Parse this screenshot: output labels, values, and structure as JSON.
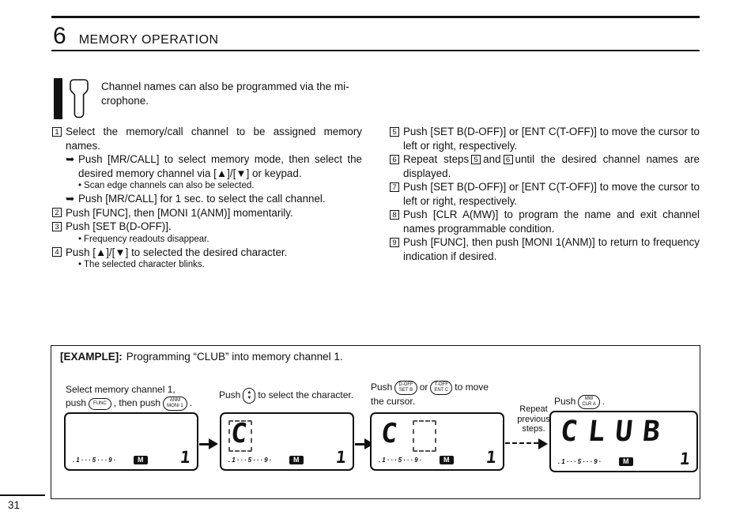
{
  "header": {
    "chapter_number": "6",
    "chapter_title": "MEMORY OPERATION"
  },
  "note": {
    "line1": "Channel names can also be programmed via the mi-",
    "line2": "crophone."
  },
  "steps_left": {
    "s1": {
      "num": "1",
      "text": "Select the memory/call channel to be assigned memory names.",
      "sub1_marker": "➥",
      "sub1": "Push [MR/CALL] to select memory mode, then select the desired memory channel via [▲]/[▼] or keypad.",
      "sub2_marker": "•",
      "sub2": "Scan edge channels can also be selected.",
      "sub3_marker": "➥",
      "sub3": "Push [MR/CALL] for 1 sec. to select the call channel."
    },
    "s2": {
      "num": "2",
      "text": "Push [FUNC], then [MONI 1(ANM)] momentarily."
    },
    "s3": {
      "num": "3",
      "text": "Push [SET B(D-OFF)].",
      "sub1_marker": "•",
      "sub1": "Frequency readouts disappear."
    },
    "s4": {
      "num": "4",
      "text": "Push [▲]/[▼] to selected the desired character.",
      "sub1_marker": "•",
      "sub1": "The selected character blinks."
    }
  },
  "steps_right": {
    "s5": {
      "num": "5",
      "text": "Push [SET B(D-OFF)] or [ENT C(T-OFF)] to move the cursor to left or right, respectively."
    },
    "s6": {
      "num": "6",
      "pre": "Repeat steps",
      "n1": "5",
      "mid": "and",
      "n2": "6",
      "post": "until the desired channel names are displayed."
    },
    "s7": {
      "num": "7",
      "text": "Push [SET B(D-OFF)] or [ENT C(T-OFF)] to move the cursor to left or right, respectively."
    },
    "s8": {
      "num": "8",
      "text": "Push [CLR A(MW)] to program the name and exit channel names programmable condition."
    },
    "s9": {
      "num": "9",
      "text": "Push [FUNC], then push [MONI 1(ANM)] to return to frequency indication if desired."
    }
  },
  "example": {
    "title_label": "[EXAMPLE]:",
    "title_text": "Programming “CLUB” into memory channel 1.",
    "panel1": {
      "caption_line1": "Select memory channel 1,",
      "push": "push",
      "btn_func": "FUNC",
      "then": ", then push",
      "btn2_top": "ANM",
      "btn2_bottom": "MONI 1",
      "period": "."
    },
    "panel2": {
      "push": "Push",
      "rocker_up": "▲",
      "rocker_down": "▼",
      "rest": "to select the character."
    },
    "panel3": {
      "push": "Push",
      "btn1_top": "D-OFF",
      "btn1_bottom": "SET B",
      "or": "or",
      "btn2_top": "T-OFF",
      "btn2_bottom": "ENT C",
      "rest": "to move",
      "line2": "the cursor."
    },
    "repeat": {
      "line1": "Repeat",
      "line2": "previous",
      "line3": "steps."
    },
    "panel4": {
      "push": "Push",
      "btn_top": "MW",
      "btn_bottom": "CLR A",
      "period": "."
    },
    "lcd": {
      "scale": ".1···5···9·",
      "memory": "M",
      "channel": "1",
      "display1": "",
      "display2": "C",
      "display3": "C",
      "display4": "CLUB"
    }
  },
  "footer": {
    "page_number": "31"
  }
}
